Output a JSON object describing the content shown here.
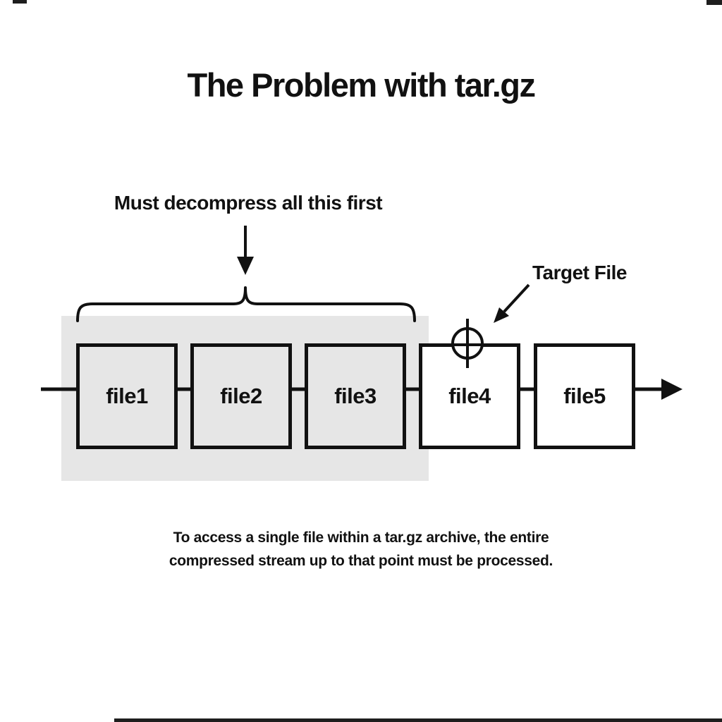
{
  "title": "The Problem with tar.gz",
  "annotations": {
    "decompress": "Must decompress all this first",
    "target": "Target File"
  },
  "files": [
    {
      "label": "file1",
      "state": "must-decompress"
    },
    {
      "label": "file2",
      "state": "must-decompress"
    },
    {
      "label": "file3",
      "state": "must-decompress"
    },
    {
      "label": "file4",
      "state": "target-file"
    },
    {
      "label": "file5",
      "state": "after-target"
    }
  ],
  "caption": {
    "line1": "To access a single file within a tar.gz archive, the entire",
    "line2": "compressed stream up to that point must be processed."
  },
  "colors": {
    "background": "#ffffff",
    "ink": "#111111",
    "shaded_region": "#e6e6e6",
    "plain_box_fill": "#ffffff"
  }
}
